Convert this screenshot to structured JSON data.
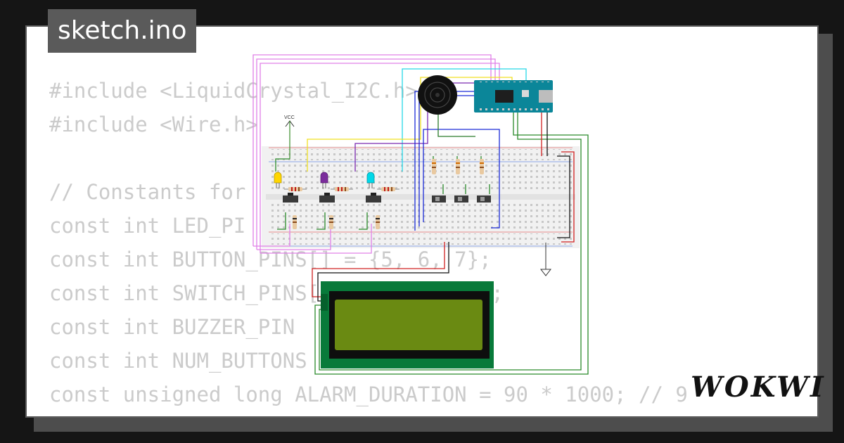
{
  "tab": {
    "title": "sketch.ino"
  },
  "code": {
    "lines": [
      "#include <LiquidCrystal_I2C.h>",
      "#include <Wire.h>",
      "",
      "// Constants for",
      "const int LED_PI",
      "const int BUTTON_PINS[] = {5, 6, 7};",
      "const int SWITCH_PINS[] = {8, 9, 10};",
      "const int BUZZER_PIN",
      "const int NUM_BUTTONS",
      "const unsigned long ALARM_DURATION = 90 * 1000; // 90 s"
    ]
  },
  "circuit": {
    "vcc_label": "VCC"
  },
  "brand": {
    "logo_text": "WOKWI"
  },
  "colors": {
    "background": "#151515",
    "card": "#ffffff",
    "code_text": "#cbcbcb",
    "tab_bg": "#5a5a5a",
    "led_yellow": "#ffd600",
    "led_purple": "#7b2c9c",
    "led_cyan": "#00d8e8",
    "arduino": "#0b8699",
    "lcd_board": "#087a3a"
  }
}
